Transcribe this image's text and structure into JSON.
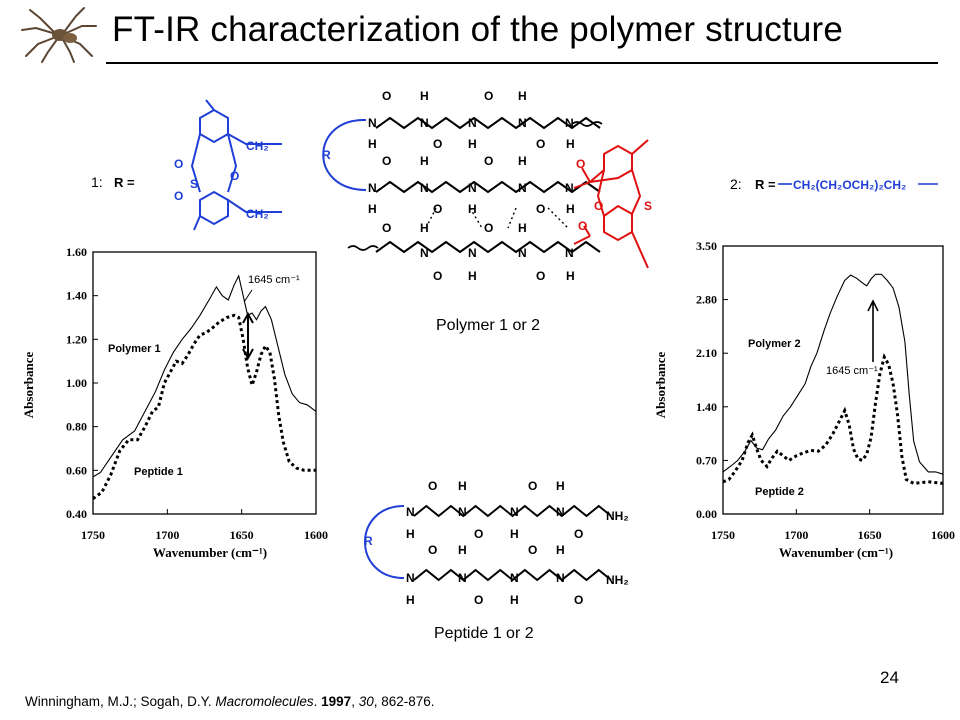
{
  "title": "FT-IR characterization of the polymer structure",
  "page_number": "24",
  "citation": {
    "authors": "Winningham, M.J.; Sogah, D.Y. ",
    "journal": "Macromolecules",
    "year": "1997",
    "volume": "30",
    "pages": ", 862-876."
  },
  "structures": {
    "polymer_caption": "Polymer 1 or 2",
    "peptide_caption": "Peptide 1 or 2",
    "r1_label": "1:",
    "r2_label": "2:",
    "r_equals": "R =",
    "r2_formula": "CH₂(CH₂OCH₂)₂CH₂",
    "ch2": "CH₂",
    "r_group": "R",
    "nh2": "NH₂",
    "colors": {
      "linker": "#1f3fd6",
      "red": "#e01010"
    }
  },
  "chart_data": [
    {
      "type": "line",
      "ylabel": "Absorbance",
      "xlabel": "Wavenumber (cm⁻¹)",
      "xlim": [
        1750,
        1600
      ],
      "ylim": [
        0.4,
        1.6
      ],
      "x_ticks": [
        "1750",
        "1700",
        "1650",
        "1600"
      ],
      "y_ticks": [
        "0.40",
        "0.60",
        "0.80",
        "1.00",
        "1.20",
        "1.40",
        "1.60"
      ],
      "annotation": "1645 cm⁻¹",
      "series": [
        {
          "name": "Polymer 1",
          "style": "solid",
          "points": [
            [
              1750,
              0.57
            ],
            [
              1745,
              0.59
            ],
            [
              1738,
              0.66
            ],
            [
              1730,
              0.74
            ],
            [
              1722,
              0.78
            ],
            [
              1715,
              0.87
            ],
            [
              1708,
              0.96
            ],
            [
              1702,
              1.06
            ],
            [
              1696,
              1.14
            ],
            [
              1690,
              1.2
            ],
            [
              1684,
              1.25
            ],
            [
              1678,
              1.31
            ],
            [
              1672,
              1.38
            ],
            [
              1667,
              1.44
            ],
            [
              1663,
              1.4
            ],
            [
              1659,
              1.38
            ],
            [
              1655,
              1.45
            ],
            [
              1652,
              1.49
            ],
            [
              1649,
              1.4
            ],
            [
              1646,
              1.31
            ],
            [
              1643,
              1.32
            ],
            [
              1640,
              1.29
            ],
            [
              1637,
              1.33
            ],
            [
              1634,
              1.35
            ],
            [
              1630,
              1.29
            ],
            [
              1626,
              1.18
            ],
            [
              1621,
              1.04
            ],
            [
              1616,
              0.95
            ],
            [
              1611,
              0.91
            ],
            [
              1606,
              0.9
            ],
            [
              1602,
              0.88
            ],
            [
              1600,
              0.87
            ]
          ]
        },
        {
          "name": "Peptide 1",
          "style": "dotted",
          "points": [
            [
              1750,
              0.47
            ],
            [
              1744,
              0.5
            ],
            [
              1738,
              0.58
            ],
            [
              1732,
              0.69
            ],
            [
              1726,
              0.74
            ],
            [
              1720,
              0.74
            ],
            [
              1715,
              0.8
            ],
            [
              1710,
              0.87
            ],
            [
              1706,
              0.89
            ],
            [
              1702,
              1.0
            ],
            [
              1698,
              1.05
            ],
            [
              1694,
              1.1
            ],
            [
              1690,
              1.09
            ],
            [
              1686,
              1.13
            ],
            [
              1682,
              1.18
            ],
            [
              1678,
              1.22
            ],
            [
              1674,
              1.23
            ],
            [
              1670,
              1.25
            ],
            [
              1665,
              1.28
            ],
            [
              1660,
              1.3
            ],
            [
              1655,
              1.31
            ],
            [
              1652,
              1.3
            ],
            [
              1649,
              1.2
            ],
            [
              1646,
              1.07
            ],
            [
              1643,
              0.99
            ],
            [
              1640,
              1.05
            ],
            [
              1637,
              1.13
            ],
            [
              1634,
              1.17
            ],
            [
              1631,
              1.14
            ],
            [
              1628,
              1.02
            ],
            [
              1625,
              0.85
            ],
            [
              1622,
              0.73
            ],
            [
              1618,
              0.64
            ],
            [
              1613,
              0.61
            ],
            [
              1608,
              0.6
            ],
            [
              1604,
              0.6
            ],
            [
              1600,
              0.6
            ]
          ]
        }
      ]
    },
    {
      "type": "line",
      "ylabel": "Absorbance",
      "xlabel": "Wavenumber (cm⁻¹)",
      "xlim": [
        1750,
        1600
      ],
      "ylim": [
        0.0,
        3.5
      ],
      "x_ticks": [
        "1750",
        "1700",
        "1650",
        "1600"
      ],
      "y_ticks": [
        "0.00",
        "0.70",
        "1.40",
        "2.10",
        "2.80",
        "3.50"
      ],
      "annotation": "1645 cm⁻¹",
      "series": [
        {
          "name": "Polymer 2",
          "style": "solid",
          "points": [
            [
              1750,
              0.55
            ],
            [
              1745,
              0.62
            ],
            [
              1740,
              0.7
            ],
            [
              1735,
              0.82
            ],
            [
              1731,
              0.96
            ],
            [
              1727,
              0.86
            ],
            [
              1723,
              0.84
            ],
            [
              1719,
              0.98
            ],
            [
              1714,
              1.1
            ],
            [
              1709,
              1.28
            ],
            [
              1704,
              1.4
            ],
            [
              1699,
              1.55
            ],
            [
              1694,
              1.7
            ],
            [
              1690,
              1.93
            ],
            [
              1686,
              2.1
            ],
            [
              1681,
              2.4
            ],
            [
              1677,
              2.62
            ],
            [
              1672,
              2.85
            ],
            [
              1667,
              3.05
            ],
            [
              1663,
              3.12
            ],
            [
              1659,
              3.08
            ],
            [
              1655,
              3.02
            ],
            [
              1652,
              2.98
            ],
            [
              1649,
              3.07
            ],
            [
              1646,
              3.13
            ],
            [
              1642,
              3.13
            ],
            [
              1638,
              3.05
            ],
            [
              1634,
              2.95
            ],
            [
              1630,
              2.7
            ],
            [
              1626,
              2.25
            ],
            [
              1623,
              1.55
            ],
            [
              1620,
              0.95
            ],
            [
              1616,
              0.68
            ],
            [
              1610,
              0.55
            ],
            [
              1605,
              0.55
            ],
            [
              1600,
              0.52
            ]
          ]
        },
        {
          "name": "Peptide 2",
          "style": "dotted",
          "points": [
            [
              1750,
              0.42
            ],
            [
              1746,
              0.45
            ],
            [
              1742,
              0.55
            ],
            [
              1737,
              0.7
            ],
            [
              1733,
              0.93
            ],
            [
              1730,
              1.03
            ],
            [
              1727,
              0.85
            ],
            [
              1724,
              0.7
            ],
            [
              1720,
              0.62
            ],
            [
              1717,
              0.72
            ],
            [
              1713,
              0.82
            ],
            [
              1709,
              0.76
            ],
            [
              1705,
              0.7
            ],
            [
              1700,
              0.76
            ],
            [
              1695,
              0.8
            ],
            [
              1690,
              0.83
            ],
            [
              1685,
              0.82
            ],
            [
              1680,
              0.9
            ],
            [
              1675,
              1.05
            ],
            [
              1671,
              1.2
            ],
            [
              1667,
              1.35
            ],
            [
              1664,
              1.17
            ],
            [
              1661,
              0.85
            ],
            [
              1658,
              0.72
            ],
            [
              1655,
              0.7
            ],
            [
              1652,
              0.78
            ],
            [
              1649,
              1.0
            ],
            [
              1646,
              1.45
            ],
            [
              1643,
              1.83
            ],
            [
              1640,
              2.05
            ],
            [
              1637,
              1.95
            ],
            [
              1634,
              1.7
            ],
            [
              1631,
              1.3
            ],
            [
              1628,
              0.75
            ],
            [
              1625,
              0.45
            ],
            [
              1620,
              0.4
            ],
            [
              1610,
              0.42
            ],
            [
              1600,
              0.4
            ]
          ]
        }
      ]
    }
  ]
}
